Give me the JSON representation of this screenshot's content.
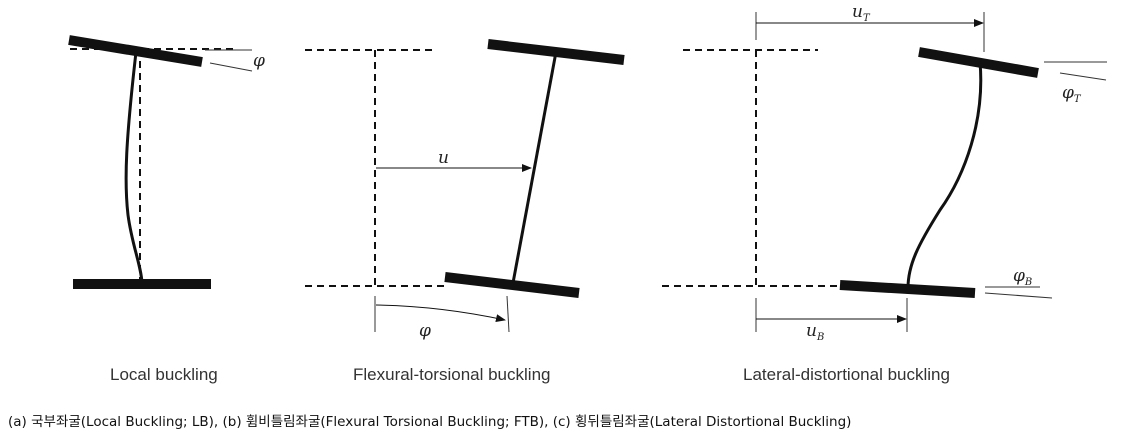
{
  "panels": {
    "a": {
      "label": "Local buckling",
      "rotation_symbol": "φ"
    },
    "b": {
      "label": "Flexural-torsional buckling",
      "displacement_symbol": "u",
      "rotation_symbol": "φ"
    },
    "c": {
      "label": "Lateral-distortional buckling",
      "top_displacement": {
        "symbol": "u",
        "subscript": "T"
      },
      "top_rotation": {
        "symbol": "φ",
        "subscript": "T"
      },
      "bottom_displacement": {
        "symbol": "u",
        "subscript": "B"
      },
      "bottom_rotation": {
        "symbol": "φ",
        "subscript": "B"
      }
    }
  },
  "caption": "(a) 국부좌굴(Local Buckling; LB), (b) 휨비틀림좌굴(Flexural Torsional Buckling; FTB), (c) 횡뒤틀림좌굴(Lateral Distortional Buckling)"
}
